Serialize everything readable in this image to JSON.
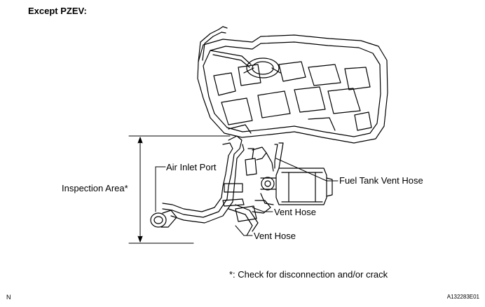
{
  "heading": "Except PZEV:",
  "labels": {
    "air_inlet_port": "Air Inlet Port",
    "inspection_area": "Inspection Area*",
    "fuel_tank_vent_hose": "Fuel Tank Vent Hose",
    "vent_hose_upper": "Vent Hose",
    "vent_hose_lower": "Vent Hose"
  },
  "footnote": "*: Check for disconnection and/or crack",
  "corner_mark": "N",
  "reference_code": "A132283E01",
  "colors": {
    "line": "#000000",
    "background": "#ffffff"
  }
}
